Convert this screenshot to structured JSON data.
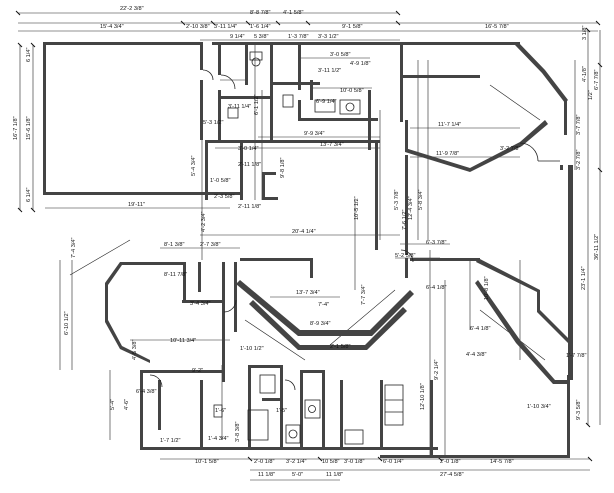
{
  "plan": {
    "top_dims": [
      "22'-2 3/8\"",
      "15'-4 3/4\"",
      "2'-10 3/8\"",
      "3'-11 1/4\"",
      "8'-8 7/8\"",
      "1'-6 1/4\"",
      "4'-1 5/8\"",
      "9'-1 5/8\"",
      "16'-5 7/8\"",
      "9 1/4\"",
      "5 3/8\"",
      "1'-3 7/8\"",
      "3'-3 1/2\"",
      "3'-0 5/8\"",
      "4'-9 1/8\"",
      "10'-0 5/8\"",
      "3'-11 1/2\""
    ],
    "left_dims": [
      "16'-7 1/8\"",
      "15'-6 1/8\"",
      "6 1/4\"",
      "6 1/4\""
    ],
    "right_dims": [
      "3 1/8\"",
      "6'-7 7/8\"",
      "4'-1/8\"",
      "1/2\"",
      "3'-7 7/8\"",
      "3'-2 7/8\"",
      "36'-11 1/2\"",
      "23'-1 1/4\"",
      "1'-7 7/8\"",
      "9'-3 5/8\""
    ],
    "bottom_dims": [
      "10'-1 5/8\"",
      "2'-0 1/8\"",
      "3'-2 1/4\"",
      "10 5/8\"",
      "3'-0 1/8\"",
      "6'-0 1/4\"",
      "2'-0 1/8\"",
      "14'-5 7/8\"",
      "11 1/8\"",
      "5'-0\"",
      "11 1/8\"",
      "27'-4 5/8\""
    ],
    "interior_dims": [
      "19'-11\"",
      "20'-4 1/4\"",
      "13'-7 3/4\"",
      "9'-9 3/4\"",
      "6'-9 1/4\"",
      "11'-7 1/4\"",
      "11'-9 7/8\"",
      "6'-1 1/2\"",
      "5'-3 1/2\"",
      "9'-8 1/8\"",
      "5'-4 3/4\"",
      "3'-0 1/4\"",
      "2'-11 1/8\"",
      "3'-11 1/4\"",
      "2'-11 1/8\"",
      "2'-3 5/8\"",
      "1'-0 5/8\"",
      "2'-7 3/8\"",
      "8'-1 3/8\"",
      "8'-11 7/8\"",
      "10'-11 3/4\"",
      "13'-7 3/4\"",
      "7'-4\"",
      "6'-4 1/8\"",
      "8'-9 3/4\"",
      "5'-2 5/8\"",
      "9'-2 1/4\"",
      "12'-10 1/8\"",
      "6'-3 7/8\"",
      "7'-6 1/2\"",
      "12'-4 3/4\"",
      "4'-4 3/8\"",
      "10'-8 1/8\"",
      "6'-4 1/8\"",
      "7'-7 3/4\"",
      "6'-10 1/2\"",
      "7'-4 3/4\"",
      "6'-4 3/8\"",
      "1'-7 1/2\"",
      "3'-8 3/8\"",
      "1'-10 3/4\"",
      "5'-4\"",
      "4'-6\"",
      "4'-5 3/8\"",
      "9'-2\"",
      "3'-4 3/4\"",
      "1'-4 3/4\"",
      "1'-5\"",
      "1'-6\"",
      "1'-10 1/2\"",
      "2'-1 5/8\"",
      "4'-2 3/4\"",
      "10'-5 1/2\"",
      "5'-3 7/8\"",
      "5'-8 3/4\"",
      "3'-2 7/8\""
    ]
  }
}
